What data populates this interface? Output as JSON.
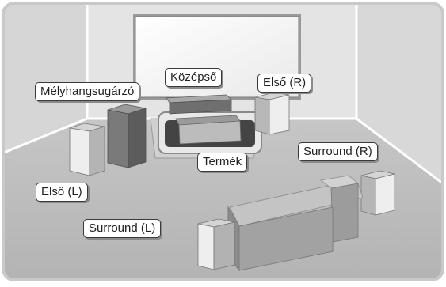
{
  "labels": {
    "center": "Középső",
    "subwoofer": "Mélyhangsugárzó",
    "front_right": "Első (R)",
    "front_left": "Első (L)",
    "product": "Termék",
    "surround_right": "Surround (R)",
    "surround_left": "Surround (L)"
  },
  "colors": {
    "frame_border": "#c9c9c9",
    "wall": "#e2e2e2",
    "floor": "#bdbdbd",
    "speaker_light": "#eeeeee",
    "speaker_dark": "#6a6a6a",
    "label_border": "#3a3a3a"
  }
}
